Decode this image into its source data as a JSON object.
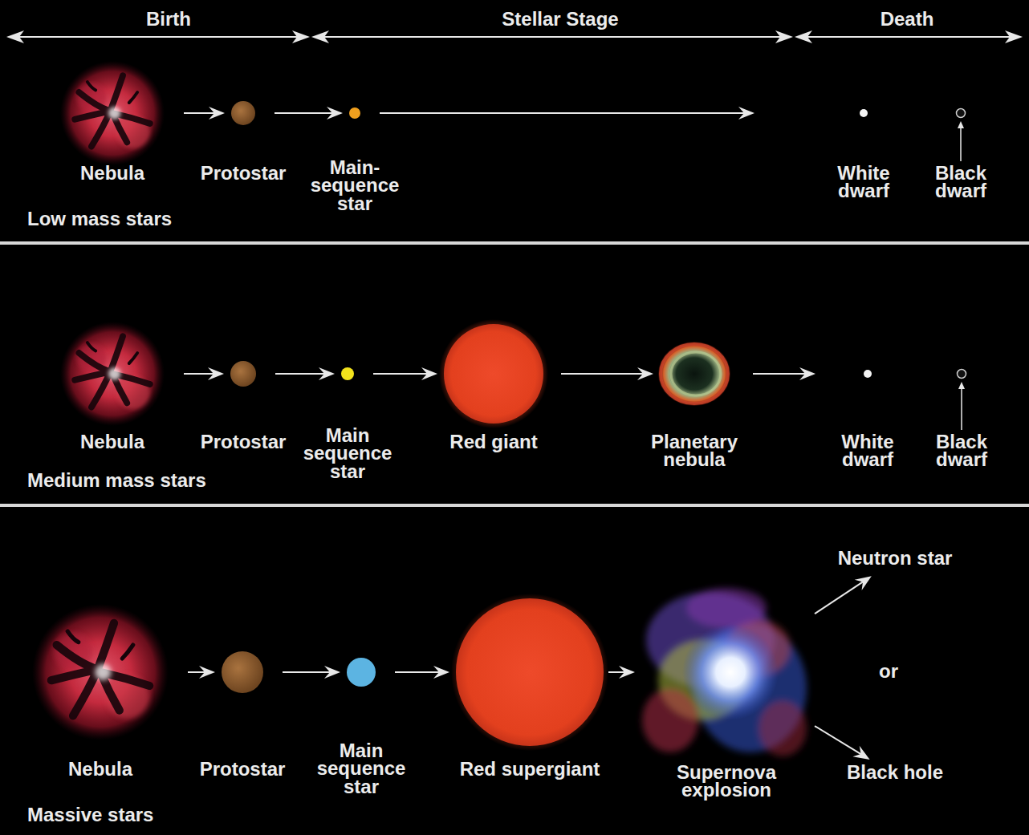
{
  "diagram": {
    "nodes": [
      {
        "text": [
          "Nebula"
        ]
      },
      {
        "text": [
          "Protostar"
        ]
      },
      {
        "text": [
          "Main-sequence star"
        ]
      },
      {
        "text": [
          "White dwarf"
        ]
      },
      {
        "text": [
          "Black dwarf"
        ]
      },
      {
        "text": [
          "Nebula"
        ]
      },
      {
        "text": [
          "Protostar"
        ]
      },
      {
        "text": [
          "Main sequence star"
        ]
      },
      {
        "text": [
          "Red giant"
        ]
      },
      {
        "text": [
          "Planetary nebula"
        ]
      },
      {
        "text": [
          "White dwarf"
        ]
      },
      {
        "text": [
          "Black dwarf"
        ]
      },
      {
        "text": [
          "Nebula"
        ]
      },
      {
        "text": [
          "Protostar"
        ]
      },
      {
        "text": [
          "Main sequence star"
        ]
      },
      {
        "text": [
          "Red supergiant"
        ]
      },
      {
        "text": [
          "Supernova explosion"
        ]
      },
      {
        "text": [
          "Neutron star"
        ]
      },
      {
        "text": [
          "Black hole"
        ]
      }
    ],
    "edges": [
      {
        "from": 0,
        "to": 1,
        "arrow": "to"
      },
      {
        "from": 1,
        "to": 2,
        "arrow": "to"
      },
      {
        "from": 2,
        "to": 3,
        "arrow": "to"
      },
      {
        "from": 5,
        "to": 6,
        "arrow": "to"
      },
      {
        "from": 6,
        "to": 7,
        "arrow": "to"
      },
      {
        "from": 7,
        "to": 8,
        "arrow": "to"
      },
      {
        "from": 8,
        "to": 9,
        "arrow": "to"
      },
      {
        "from": 9,
        "to": 10,
        "arrow": "to"
      },
      {
        "from": 12,
        "to": 13,
        "arrow": "to"
      },
      {
        "from": 13,
        "to": 14,
        "arrow": "to"
      },
      {
        "from": 14,
        "to": 15,
        "arrow": "to"
      },
      {
        "from": 15,
        "to": 16,
        "arrow": "to"
      },
      {
        "from": 16,
        "to": 17,
        "arrow": "to"
      },
      {
        "from": 16,
        "to": 18,
        "arrow": "to"
      }
    ],
    "labels": [
      "Birth",
      "Stellar Stage",
      "Death",
      "Low mass stars",
      "Medium mass stars",
      "Massive stars",
      "or"
    ]
  }
}
